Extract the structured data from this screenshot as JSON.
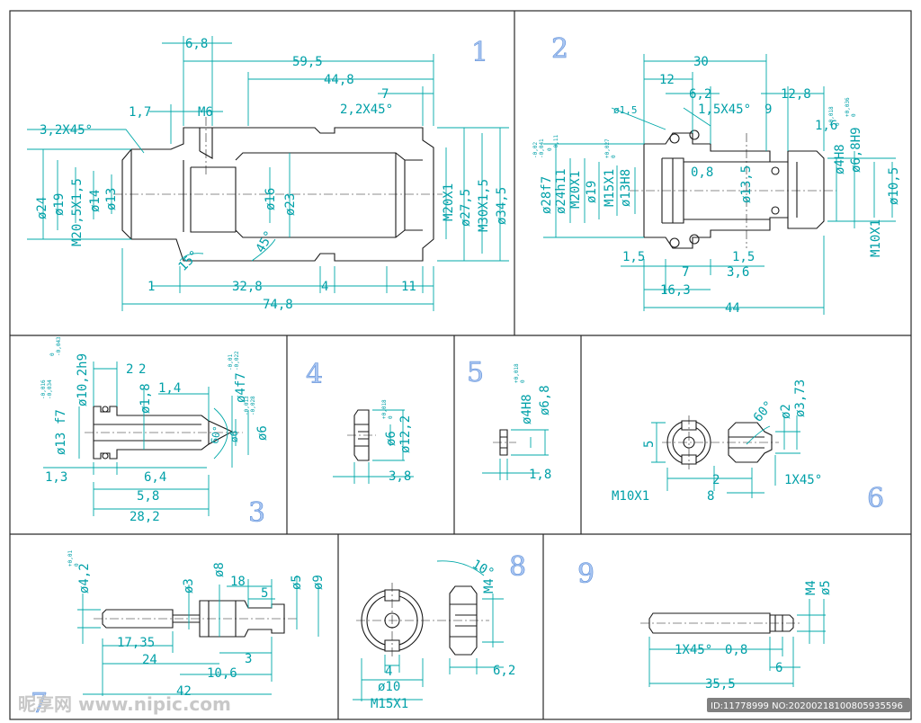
{
  "views": [
    {
      "number": "1",
      "dims": [
        "6,8",
        "59,5",
        "44,8",
        "7",
        "2,2X45°",
        "1,7",
        "M6",
        "3,2X45°",
        "ø24",
        "ø19",
        "M20,5X1,5",
        "ø14",
        "ø13",
        "ø16",
        "ø23",
        "M20X1",
        "ø27,5",
        "M30X1,5",
        "ø34,5",
        "45°",
        "15°",
        "1",
        "32,8",
        "4",
        "11",
        "74,8"
      ]
    },
    {
      "number": "2",
      "dims": [
        "30",
        "12",
        "6,2",
        "12,8",
        "ø1,5",
        "1,5X45°",
        "9",
        "1,6",
        "ø4H8",
        "ø6,8H9",
        "ø28f7",
        "ø24h11",
        "M20X1",
        "ø19",
        "M15X1",
        "ø13H8",
        "0,8",
        "ø13,5",
        "ø10,5",
        "M10X1",
        "1,5",
        "1,5",
        "7",
        "3,6",
        "16,3",
        "44"
      ]
    },
    {
      "number": "3",
      "dims": [
        "ø10,2h9",
        "2",
        "ø1,8",
        "2",
        "1,4",
        "ø4f7",
        "ø13",
        "f7",
        "ø6",
        "60°",
        "ø6",
        "1,3",
        "6,4",
        "5,8",
        "28,2"
      ]
    },
    {
      "number": "4",
      "dims": [
        "ø6",
        "ø12,2",
        "3,8"
      ]
    },
    {
      "number": "5",
      "dims": [
        "ø4H8",
        "ø6,8",
        "1,8"
      ]
    },
    {
      "number": "6",
      "dims": [
        "60°",
        "ø2",
        "ø3,73",
        "5",
        "2",
        "8",
        "1X45°",
        "M10X1"
      ]
    },
    {
      "number": "7",
      "dims": [
        "ø4,2",
        "ø3",
        "ø8",
        "18",
        "5",
        "ø5",
        "ø9",
        "17,35",
        "24",
        "3",
        "10,6",
        "42"
      ]
    },
    {
      "number": "8",
      "dims": [
        "10°",
        "M4",
        "4",
        "ø10",
        "6,2",
        "M15X1"
      ]
    },
    {
      "number": "9",
      "dims": [
        "M4",
        "ø5",
        "1X45°",
        "0,8",
        "6",
        "35,5"
      ]
    }
  ],
  "tolerances": {
    "v2_28f7": [
      "-0,02",
      "-0,041"
    ],
    "v2_24h11": [
      "0",
      "-0,11"
    ],
    "v2_m15": [
      "+0,027",
      "0"
    ],
    "v2_4h8": [
      "+0,018",
      "0"
    ],
    "v2_68h9": [
      "+0,036",
      "0"
    ],
    "v3_102h9": [
      "0",
      "-0,043"
    ],
    "v3_13f7": [
      "-0,016",
      "-0,034"
    ],
    "v3_4f7": [
      "-0,01",
      "-0,022"
    ],
    "v3_6": [
      "-0,013",
      "-0,028"
    ],
    "v4_6": [
      "+0,018",
      "0"
    ],
    "v5_4h8": [
      "+0,018",
      "0"
    ],
    "v7_42": [
      "+0,01",
      "0"
    ]
  },
  "watermark": {
    "logo": "昵享网 www.nipic.com",
    "id": "ID:11778999 NO:20200218100805935596"
  },
  "colors": {
    "outline": "#1a1a1a",
    "dimension": "#00a8a8",
    "frame": "#2a2a2a",
    "number": "#a9c6f2"
  }
}
